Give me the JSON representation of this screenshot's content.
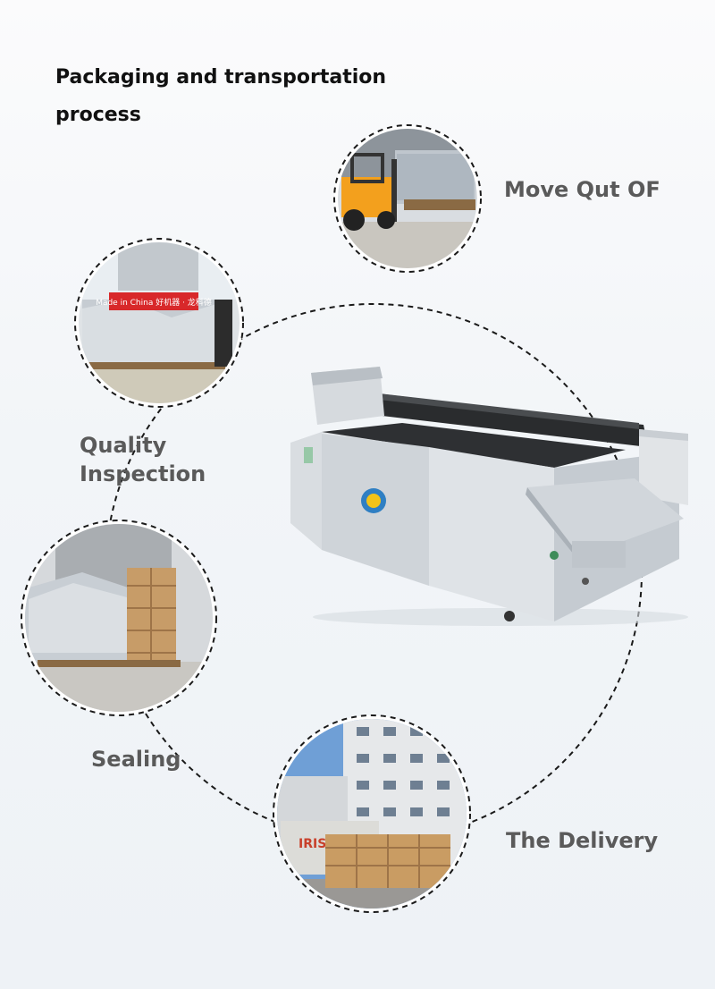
{
  "title": {
    "line1": "Packaging and transportation",
    "line2": "process"
  },
  "steps": [
    {
      "label": "Move Qut OF"
    },
    {
      "label": "Quality",
      "label2": "Inspection"
    },
    {
      "label": "Sealing"
    },
    {
      "label": "The Delivery"
    }
  ],
  "photos": {
    "p1": "Made in China 好机器 · 龙科德"
  },
  "colors": {
    "label_gray": "#5a5a5a",
    "title_black": "#111111",
    "ring_dash": "#1a1a1a"
  }
}
